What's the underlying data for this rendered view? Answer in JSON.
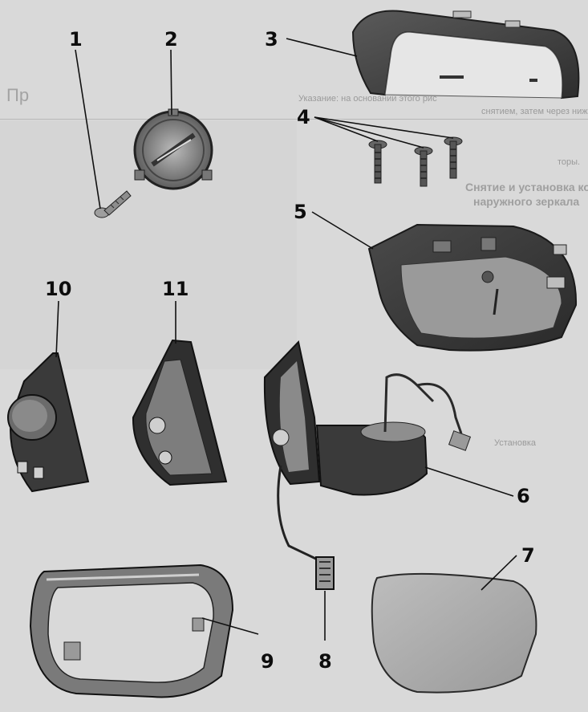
{
  "background_text": {
    "heading": "Пр",
    "lines": [
      "Указание: на основании этого рис",
      "снятием, затем через ниже",
      "торы.",
      "Снятие и установка корпу",
      "наружного зеркала",
      "Установка"
    ]
  },
  "callouts": [
    {
      "id": "1",
      "label": "1"
    },
    {
      "id": "2",
      "label": "2"
    },
    {
      "id": "3",
      "label": "3"
    },
    {
      "id": "4",
      "label": "4"
    },
    {
      "id": "5",
      "label": "5"
    },
    {
      "id": "6",
      "label": "6"
    },
    {
      "id": "7",
      "label": "7"
    },
    {
      "id": "8",
      "label": "8"
    },
    {
      "id": "9",
      "label": "9"
    },
    {
      "id": "10",
      "label": "10"
    },
    {
      "id": "11",
      "label": "11"
    }
  ],
  "colors": {
    "background": "#d9d9d9",
    "part_dark": "#3a3a3a",
    "part_mid": "#7a7a7a",
    "part_light": "#c8c8c8",
    "glass": "#b0b0b0",
    "label": "#0d0d0d"
  }
}
